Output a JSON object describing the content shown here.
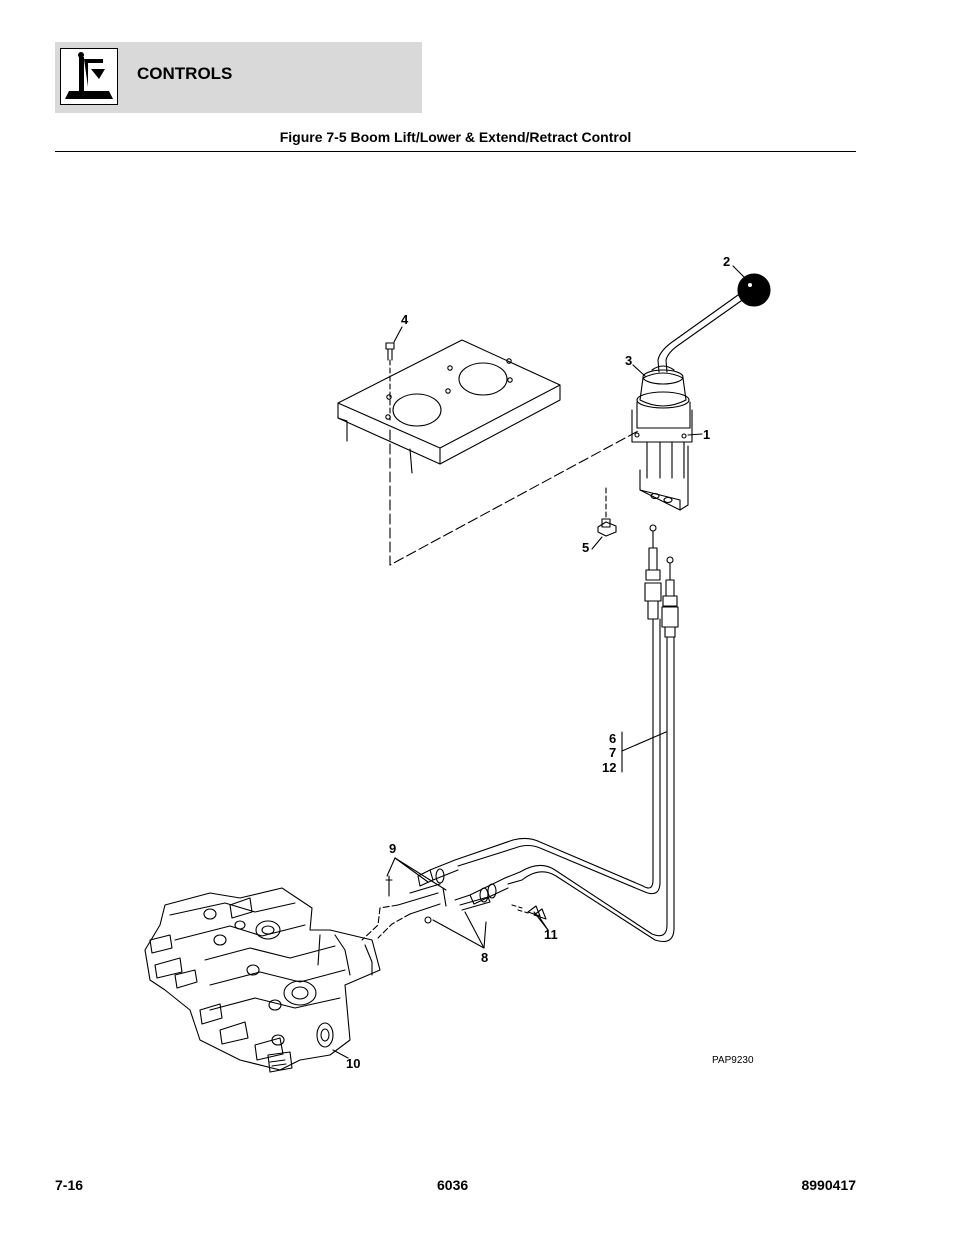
{
  "header": {
    "section_title": "CONTROLS",
    "logo_icon": "joystick-control-icon"
  },
  "figure": {
    "title": "Figure 7-5 Boom Lift/Lower & Extend/Retract Control",
    "reference_code": "PAP9230",
    "callouts": {
      "c1": "1",
      "c2": "2",
      "c3": "3",
      "c4": "4",
      "c5": "5",
      "c6": "6",
      "c7": "7",
      "c12": "12",
      "c8": "8",
      "c9": "9",
      "c10": "10",
      "c11": "11"
    }
  },
  "footer": {
    "page_number": "7-16",
    "model": "6036",
    "part_number": "8990417"
  }
}
